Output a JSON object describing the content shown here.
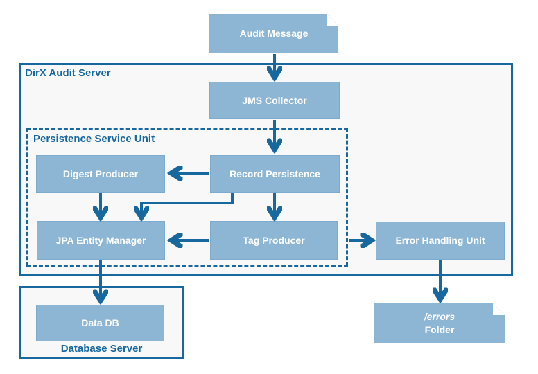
{
  "colors": {
    "node_fill": "#8db6d4",
    "accent_blue": "#17689e",
    "container_fill": "#f8f8f8",
    "node_text": "#ffffff"
  },
  "containers": {
    "dirx_audit_server": {
      "label": "DirX Audit Server"
    },
    "persistence_service_unit": {
      "label": "Persistence Service Unit"
    },
    "database_server": {
      "label": "Database Server"
    }
  },
  "nodes": {
    "audit_message": {
      "label": "Audit Message",
      "shape": "note"
    },
    "jms_collector": {
      "label": "JMS Collector",
      "shape": "box"
    },
    "digest_producer": {
      "label": "Digest Producer",
      "shape": "box"
    },
    "record_persistence": {
      "label": "Record Persistence",
      "shape": "box"
    },
    "jpa_entity_manager": {
      "label": "JPA Entity Manager",
      "shape": "box"
    },
    "tag_producer": {
      "label": "Tag Producer",
      "shape": "box"
    },
    "error_handling_unit": {
      "label": "Error Handling Unit",
      "shape": "box"
    },
    "data_db": {
      "label": "Data DB",
      "shape": "box"
    },
    "errors_folder": {
      "label_line1": "/errors",
      "label_line2": "Folder",
      "shape": "note"
    }
  },
  "edges": [
    {
      "from": "Audit Message",
      "to": "JMS Collector"
    },
    {
      "from": "JMS Collector",
      "to": "Record Persistence"
    },
    {
      "from": "Record Persistence",
      "to": "Digest Producer"
    },
    {
      "from": "Digest Producer",
      "to": "JPA Entity Manager"
    },
    {
      "from": "Record Persistence",
      "to": "JPA Entity Manager"
    },
    {
      "from": "Record Persistence",
      "to": "Tag Producer"
    },
    {
      "from": "Tag Producer",
      "to": "JPA Entity Manager"
    },
    {
      "from": "Persistence Service Unit",
      "to": "Error Handling Unit"
    },
    {
      "from": "JPA Entity Manager",
      "to": "Data DB"
    },
    {
      "from": "Error Handling Unit",
      "to": "/errors Folder"
    }
  ]
}
